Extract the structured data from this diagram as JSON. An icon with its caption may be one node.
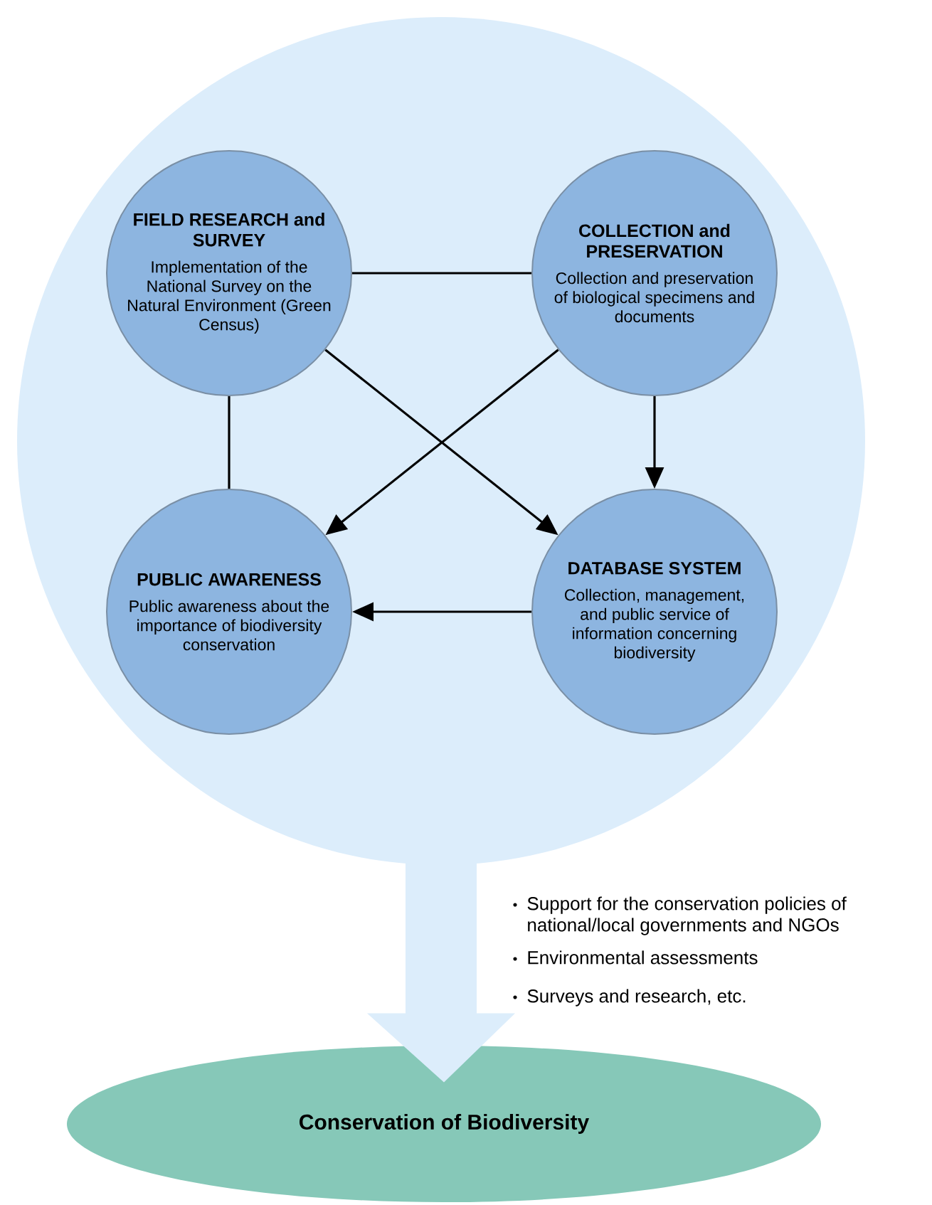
{
  "diagram": {
    "nodes": [
      {
        "text": [],
        "shape": "circle"
      },
      {
        "text": [
          "FIELD RESEARCH and SURVEY",
          "Implementation of the National Survey on the Natural Environment (Green Census)"
        ],
        "in": 0
      },
      {
        "text": [
          "COLLECTION and PRESERVATION",
          "Collection and preservation of biological specimens and documents"
        ],
        "in": 0
      },
      {
        "text": [
          "PUBLIC AWARENESS",
          "Public awareness about the importance of biodiversity conservation"
        ],
        "in": 0
      },
      {
        "text": [
          "DATABASE SYSTEM",
          "Collection, management, and public service of information concerning biodiversity"
        ],
        "in": 0
      },
      {
        "text": [
          "Conservation of Biodiversity"
        ]
      }
    ],
    "edges": [
      {
        "from": 1,
        "to": 2,
        "arrow": "none"
      },
      {
        "from": 1,
        "to": 3,
        "arrow": "none"
      },
      {
        "from": 1,
        "to": 4,
        "arrow": "to"
      },
      {
        "from": 2,
        "to": 3,
        "arrow": "to"
      },
      {
        "from": 2,
        "to": 4,
        "arrow": "to"
      },
      {
        "from": 4,
        "to": 3,
        "arrow": "to"
      },
      {
        "from": 0,
        "to": 5,
        "arrow": "to",
        "style": "thick",
        "color": "#dcedfb"
      }
    ],
    "labels": [
      "Support for the conservation policies of national/local governments and NGOs",
      "Environmental assessments",
      "Surveys and research, etc."
    ]
  }
}
